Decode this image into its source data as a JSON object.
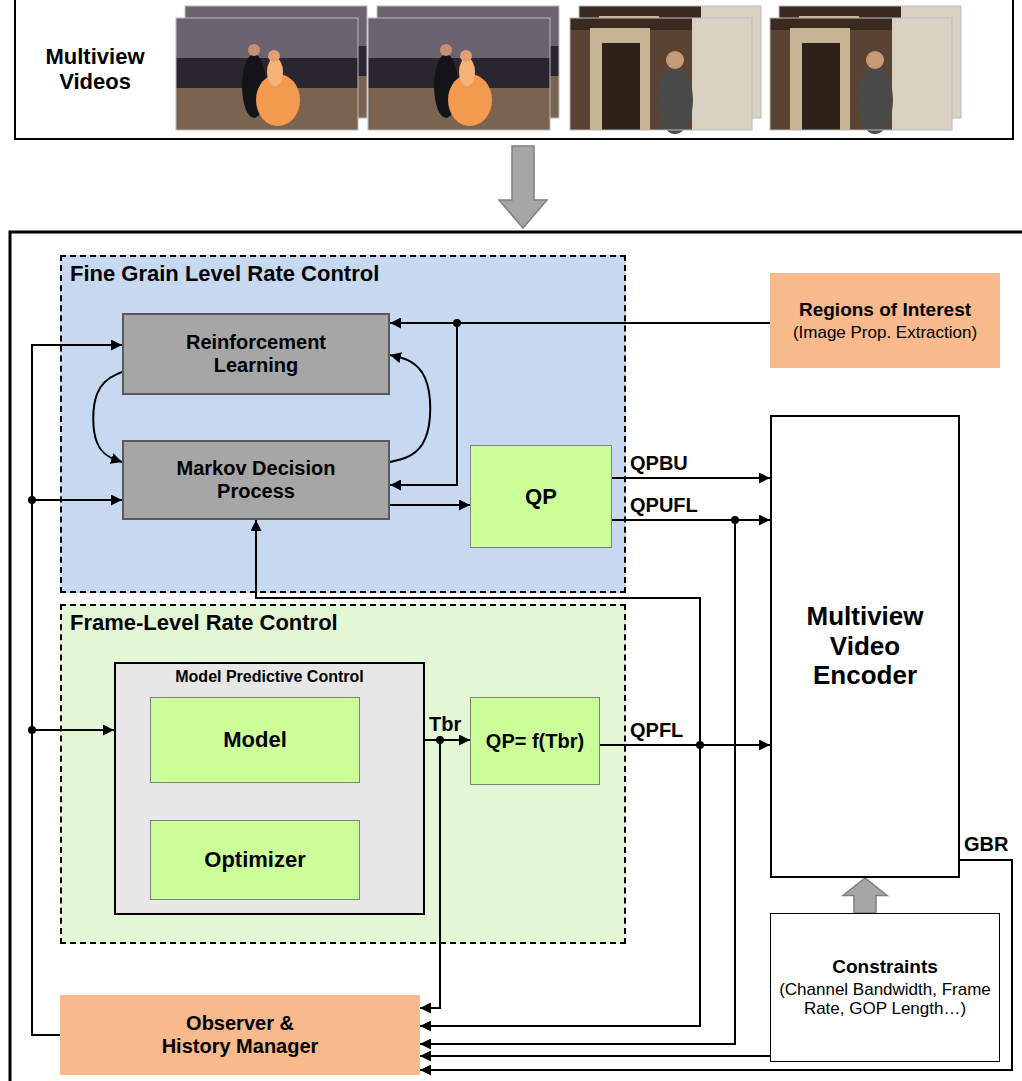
{
  "diagram": {
    "nodes": [
      {
        "text": [
          "Multiview Videos"
        ]
      },
      {
        "text": [
          "Fine Grain Level Rate Control"
        ]
      },
      {
        "text": [
          "Reinforcement Learning"
        ],
        "in": 1
      },
      {
        "text": [
          "Markov Decision Process"
        ],
        "in": 1
      },
      {
        "text": [
          "QP"
        ],
        "in": 1
      },
      {
        "text": [
          "Regions of Interest",
          "(Image Prop. Extraction)"
        ]
      },
      {
        "text": [
          "Multiview Video Encoder"
        ]
      },
      {
        "text": [
          "Frame-Level Rate Control"
        ]
      },
      {
        "text": [
          "Model Predictive Control"
        ],
        "in": 7
      },
      {
        "text": [
          "Model"
        ],
        "in": 8
      },
      {
        "text": [
          "Optimizer"
        ],
        "in": 8
      },
      {
        "text": [
          "QP= f(Tbr)"
        ],
        "in": 7
      },
      {
        "text": [
          "Constraints",
          "(Channel Bandwidth, Frame Rate, GOP Length…)"
        ]
      },
      {
        "text": [
          "Observer & History Manager"
        ]
      }
    ],
    "edges": [
      {
        "from": 2,
        "to": 3,
        "arrow": "to"
      },
      {
        "from": 3,
        "to": 2,
        "arrow": "to"
      },
      {
        "from": 5,
        "to": 2,
        "arrow": "to"
      },
      {
        "from": 5,
        "to": 3,
        "arrow": "to"
      },
      {
        "from": 3,
        "to": 4,
        "arrow": "to"
      },
      {
        "from": 4,
        "to": 6,
        "label": "QPBU",
        "arrow": "to"
      },
      {
        "from": 4,
        "to": 6,
        "label": "QPUFL",
        "arrow": "to"
      },
      {
        "from": 4,
        "to": 13,
        "arrow": "to"
      },
      {
        "from": 9,
        "to": 10,
        "arrow": "to"
      },
      {
        "from": 10,
        "to": 9,
        "arrow": "to"
      },
      {
        "from": 9,
        "to": 11,
        "label": "Tbr",
        "arrow": "to"
      },
      {
        "from": 9,
        "to": 13,
        "arrow": "to"
      },
      {
        "from": 11,
        "to": 6,
        "label": "QPFL",
        "arrow": "to"
      },
      {
        "from": 11,
        "to": 3,
        "arrow": "to"
      },
      {
        "from": 11,
        "to": 13,
        "arrow": "to"
      },
      {
        "from": 12,
        "to": 6,
        "arrow": "to"
      },
      {
        "from": 12,
        "to": 13,
        "arrow": "to"
      },
      {
        "from": 6,
        "to": 13,
        "label": "GBR",
        "arrow": "to"
      },
      {
        "from": 13,
        "to": 2,
        "arrow": "to"
      },
      {
        "from": 13,
        "to": 3,
        "arrow": "to"
      },
      {
        "from": 13,
        "to": 8,
        "arrow": "to"
      }
    ]
  }
}
